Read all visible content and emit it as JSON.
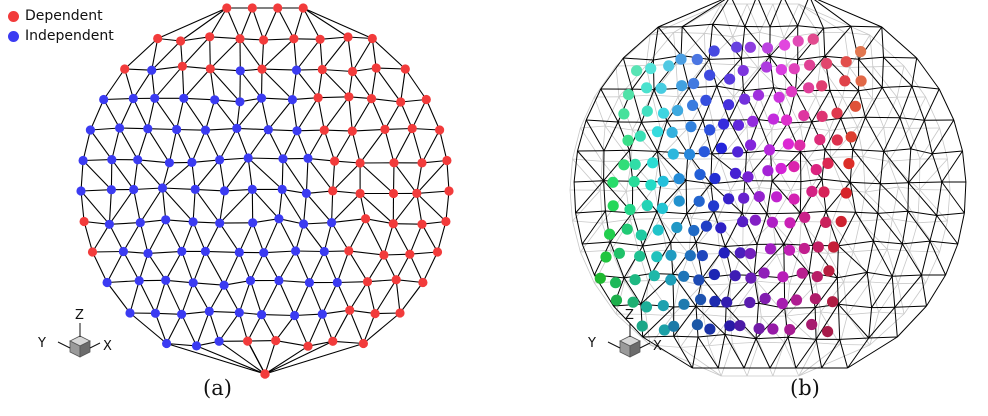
{
  "legend": {
    "items": [
      {
        "label": "Dependent",
        "color": "#f23b3b"
      },
      {
        "label": "Independent",
        "color": "#3b3bf2"
      }
    ]
  },
  "axes": {
    "z": "Z",
    "y": "Y",
    "x": "X"
  },
  "captions": {
    "a": "(a)",
    "b": "(b)"
  },
  "colors": {
    "mesh": "#000000",
    "dependent": "#f23b3b",
    "independent": "#3b3bf2"
  }
}
